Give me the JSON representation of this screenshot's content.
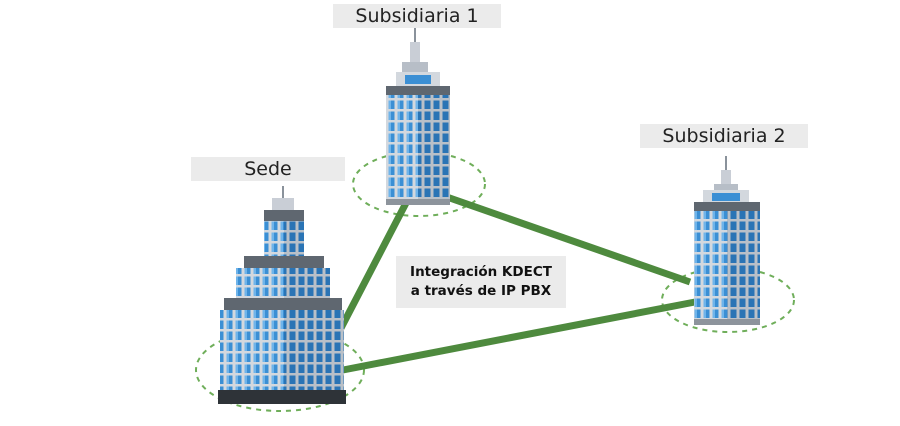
{
  "nodes": {
    "subsidiary1": {
      "label": "Subsidiaria 1"
    },
    "headquarters": {
      "label": "Sede"
    },
    "subsidiary2": {
      "label": "Subsidiaria 2"
    }
  },
  "caption": {
    "line1": "Integración KDECT",
    "line2": "a través de IP PBX"
  },
  "colors": {
    "link": "#4e8a3e",
    "ring": "#6fae5a",
    "glass": "#3b8fd4",
    "frame": "#c9ced6",
    "roof": "#5f6770",
    "label_bg": "#ebebeb"
  },
  "icons": [
    "office-tower-icon",
    "headquarters-building-icon"
  ]
}
